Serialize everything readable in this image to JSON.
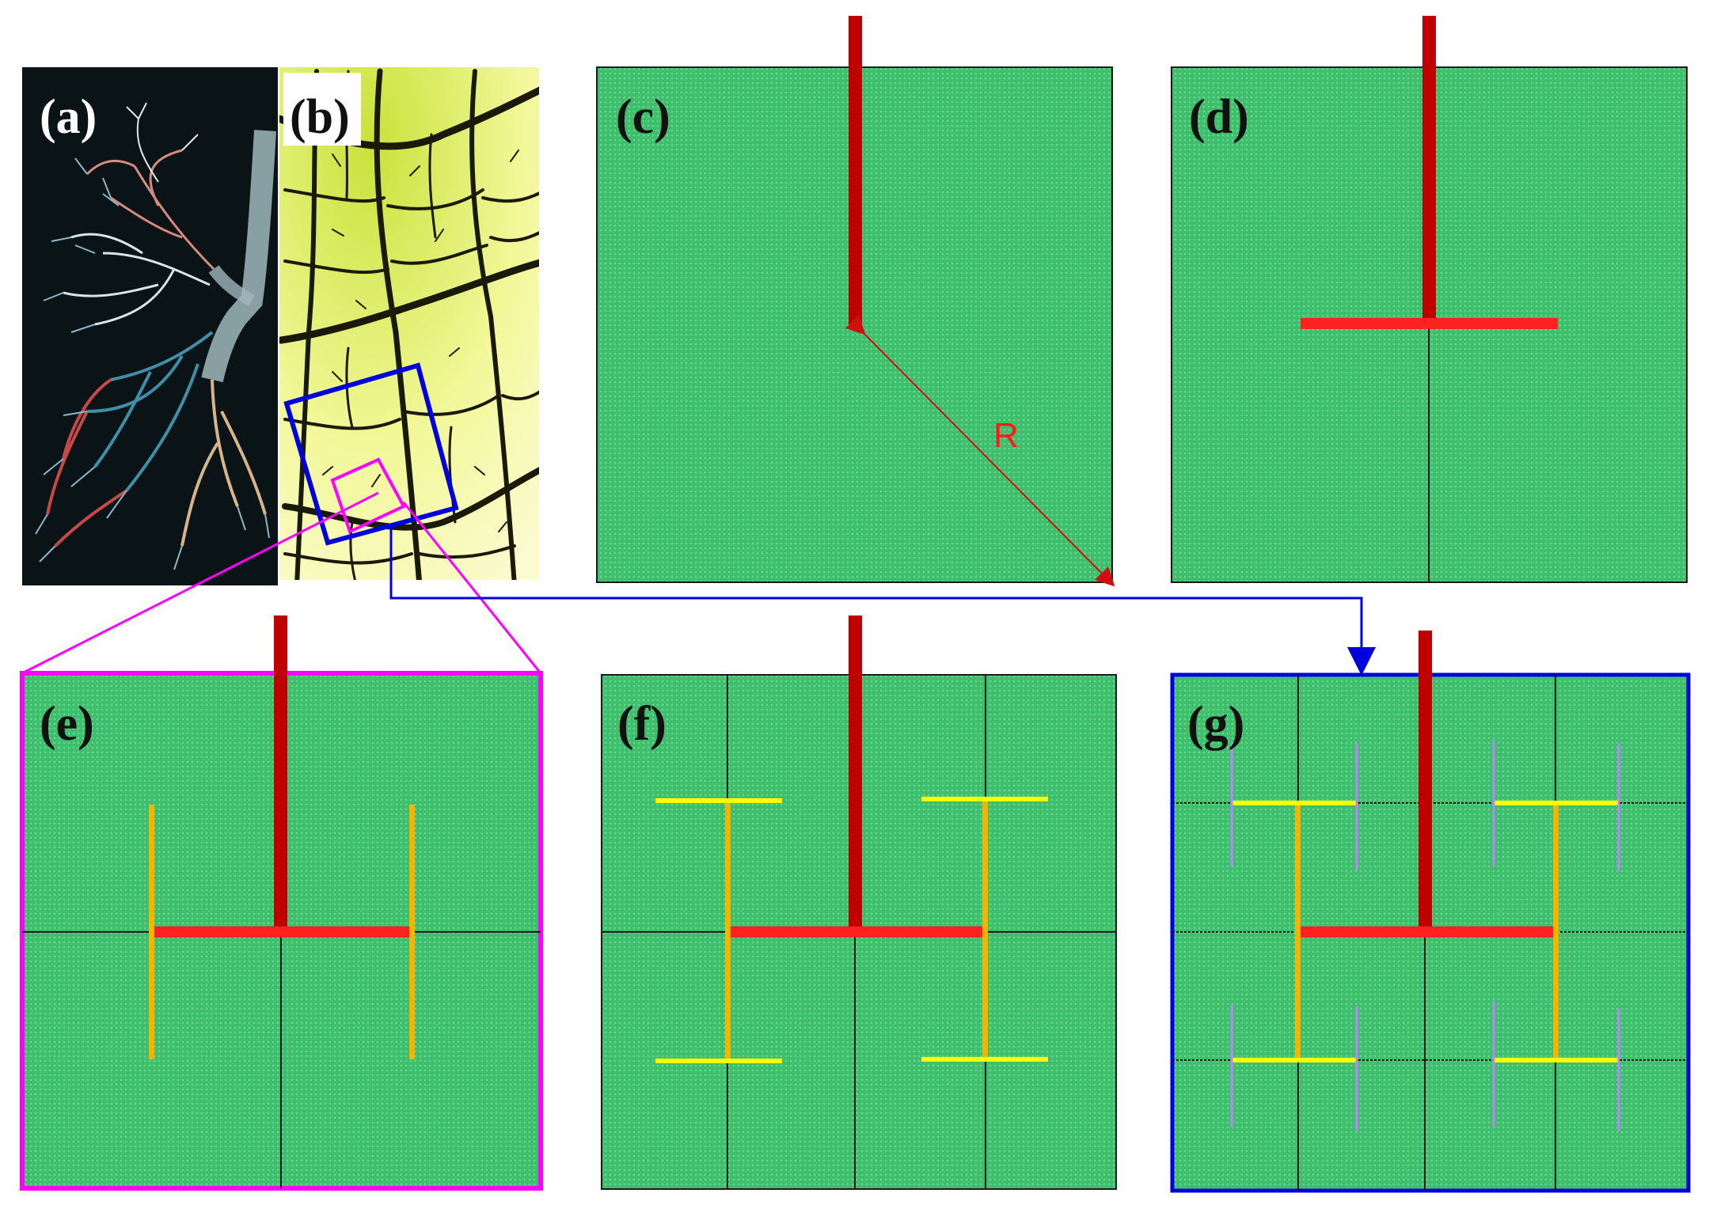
{
  "figure": {
    "panels": [
      {
        "id": "a",
        "label": "(a)"
      },
      {
        "id": "b",
        "label": "(b)"
      },
      {
        "id": "c",
        "label": "(c)"
      },
      {
        "id": "d",
        "label": "(d)"
      },
      {
        "id": "e",
        "label": "(e)"
      },
      {
        "id": "f",
        "label": "(f)"
      },
      {
        "id": "g",
        "label": "(g)"
      }
    ],
    "radius_label": "R"
  },
  "colors": {
    "domain_fill": "#3fbf6e",
    "domain_dot": "#5cd386",
    "trunk": "#c00000",
    "level1_branch": "#ff2020",
    "level2_branch": "#f5b400",
    "level3_branch": "#ffff00",
    "level4_branch": "#c080ff",
    "magnify_outline": "#ff00ff",
    "selection_outline": "#0000dd",
    "lung_background": "#0a1416",
    "leaf_background": "#eef580",
    "leaf_vein": "#1a1a0a"
  },
  "icons": {
    "lung_cast_image": "lung-cast-photo",
    "leaf_venation_image": "leaf-venation-photo"
  }
}
